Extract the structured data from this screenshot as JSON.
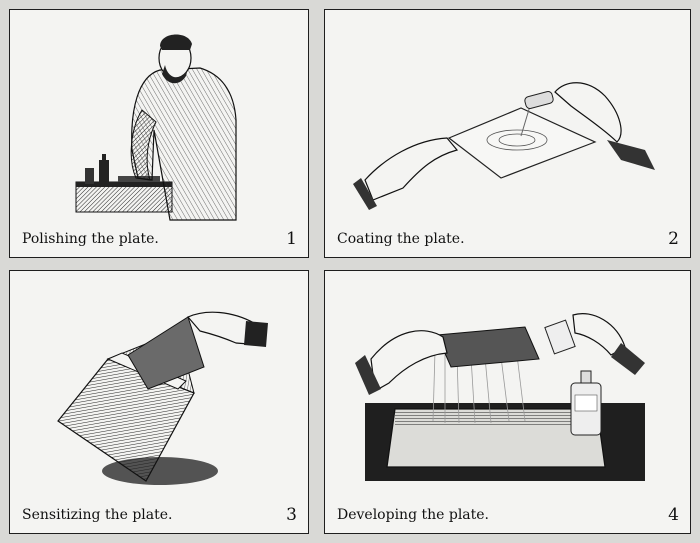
{
  "panels": [
    {
      "caption": "Polishing the plate.",
      "number": "1",
      "illustration": "man-polishing-plate-engraving"
    },
    {
      "caption": "Coating the plate.",
      "number": "2",
      "illustration": "hands-pouring-collodion-engraving"
    },
    {
      "caption": "Sensitizing the plate.",
      "number": "3",
      "illustration": "plate-dipping-bath-engraving"
    },
    {
      "caption": "Developing the plate.",
      "number": "4",
      "illustration": "hands-pouring-developer-engraving"
    }
  ],
  "colors": {
    "ink": "#1e1e1e",
    "paper": "#f4f4f2",
    "background": "#d9d9d6"
  }
}
